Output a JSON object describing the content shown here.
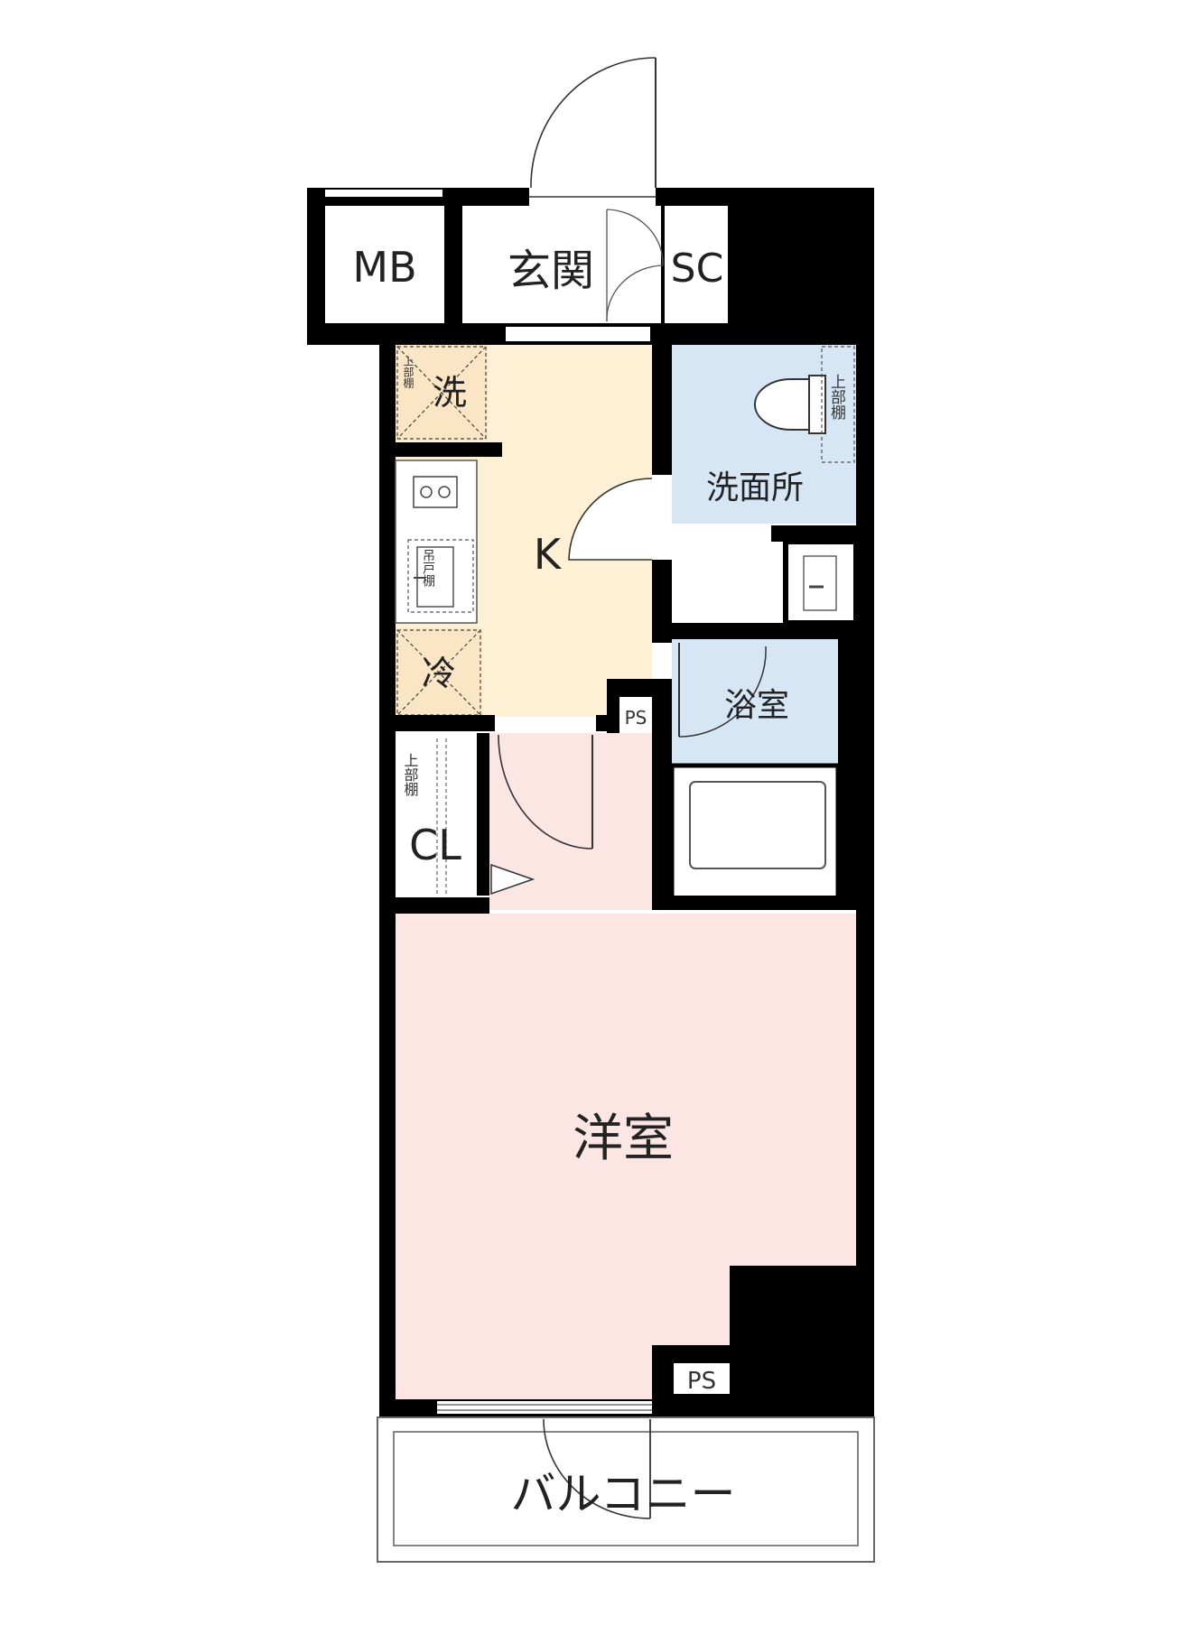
{
  "colors": {
    "wall": "#000000",
    "kitchen": "#fdf0d5",
    "bath": "#d6e6f5",
    "western_room": "#fbe6e4",
    "white": "#ffffff",
    "line": "#333333"
  },
  "rooms": {
    "mb": "MB",
    "entrance": "玄関",
    "shoe_closet": "SC",
    "kitchen": "K",
    "washroom": "洗面所",
    "bathroom": "浴室",
    "closet": "CL",
    "western_room": "洋室",
    "balcony": "バルコニー"
  },
  "fixtures": {
    "washer": "洗",
    "fridge": "冷",
    "pipe_space_kitchen": "PS",
    "pipe_space_room": "PS",
    "upper_shelf_washer": "上部棚",
    "upper_shelf_toilet": "上部棚",
    "upper_shelf_closet": "上部棚",
    "hanging_shelf": "吊戸棚"
  }
}
